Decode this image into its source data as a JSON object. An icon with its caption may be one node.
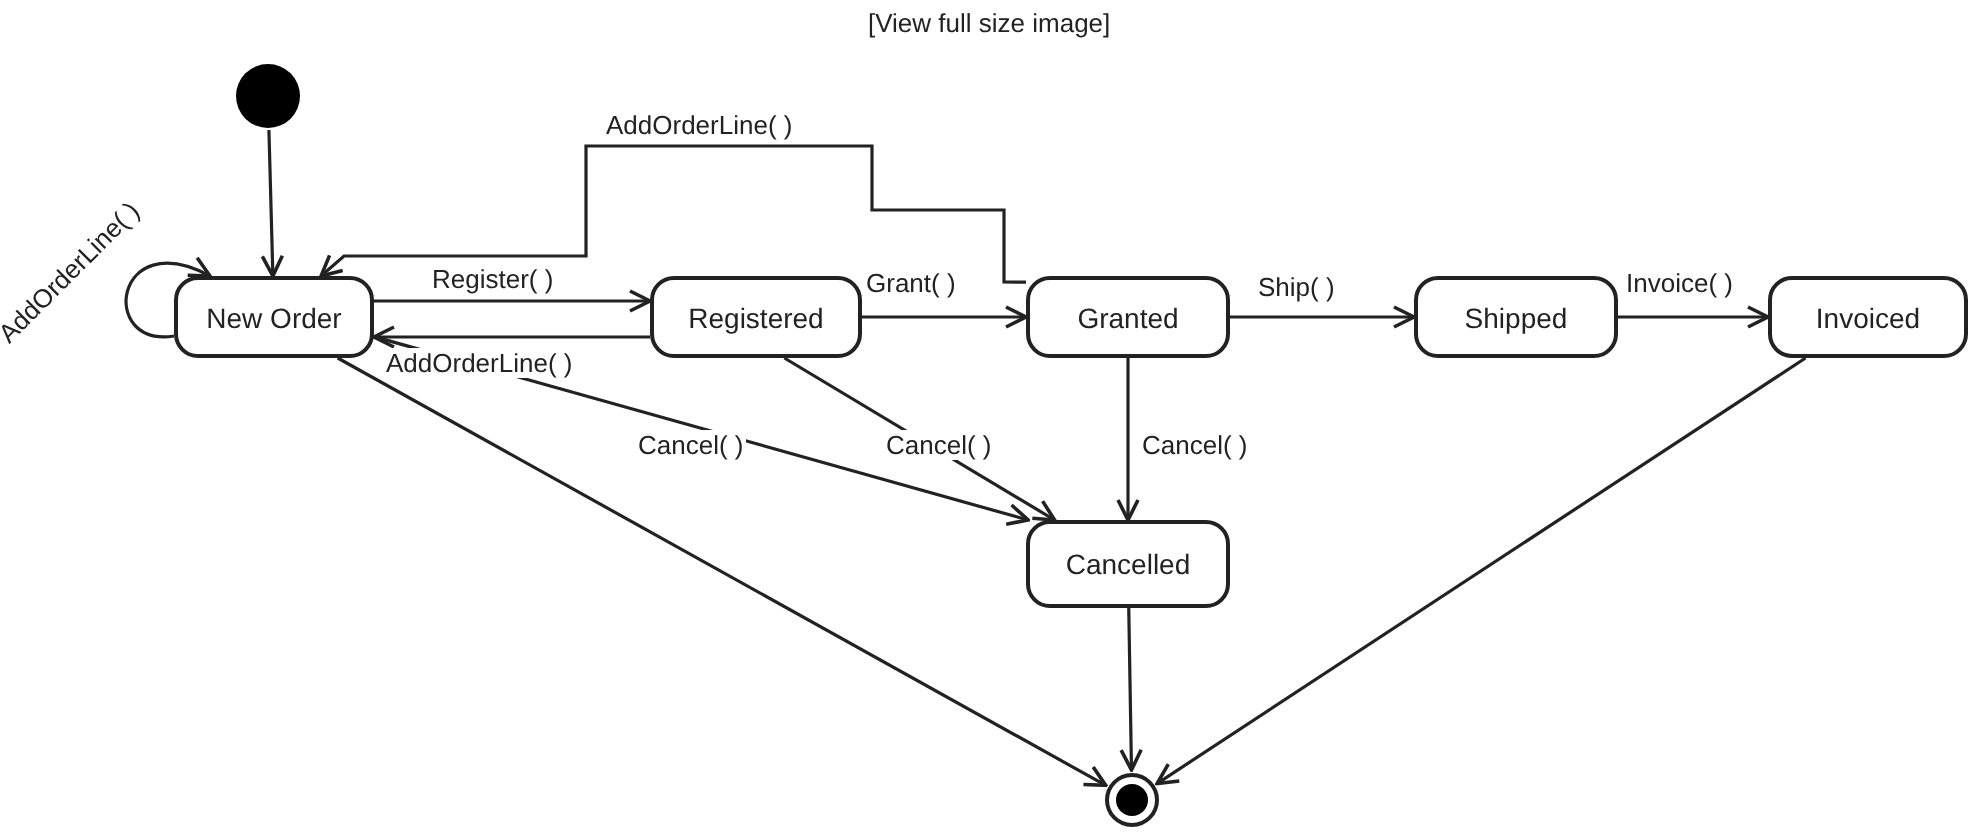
{
  "diagram": {
    "nodes": [
      {
        "text": [],
        "shape": "circle"
      },
      {
        "text": [
          "New Order"
        ]
      },
      {
        "text": [
          "Registered"
        ]
      },
      {
        "text": [
          "Granted"
        ]
      },
      {
        "text": [
          "Shipped"
        ]
      },
      {
        "text": [
          "Invoiced"
        ]
      },
      {
        "text": [
          "Cancelled"
        ]
      },
      {
        "text": [],
        "shape": "circle"
      }
    ],
    "edges": [
      {
        "from": 0,
        "to": 1,
        "arrow": "to"
      },
      {
        "from": 1,
        "to": 1,
        "arrow": "to",
        "label": "AddOrderLine( )"
      },
      {
        "from": 1,
        "to": 2,
        "arrow": "to",
        "label": "Register( )"
      },
      {
        "from": 2,
        "to": 1,
        "arrow": "to",
        "label": "AddOrderLine( )"
      },
      {
        "from": 3,
        "to": 1,
        "arrow": "to",
        "label": "AddOrderLine( )"
      },
      {
        "from": 2,
        "to": 3,
        "arrow": "to",
        "label": "Grant( )"
      },
      {
        "from": 3,
        "to": 4,
        "arrow": "to",
        "label": "Ship( )"
      },
      {
        "from": 4,
        "to": 5,
        "arrow": "to",
        "label": "Invoice( )"
      },
      {
        "from": 1,
        "to": 6,
        "arrow": "to",
        "label": "Cancel( )"
      },
      {
        "from": 2,
        "to": 6,
        "arrow": "to",
        "label": "Cancel( )"
      },
      {
        "from": 3,
        "to": 6,
        "arrow": "to",
        "label": "Cancel( )"
      },
      {
        "from": 1,
        "to": 7,
        "arrow": "to"
      },
      {
        "from": 6,
        "to": 7,
        "arrow": "to"
      },
      {
        "from": 5,
        "to": 7,
        "arrow": "to"
      }
    ],
    "labels": [
      "[View full size image]"
    ]
  }
}
